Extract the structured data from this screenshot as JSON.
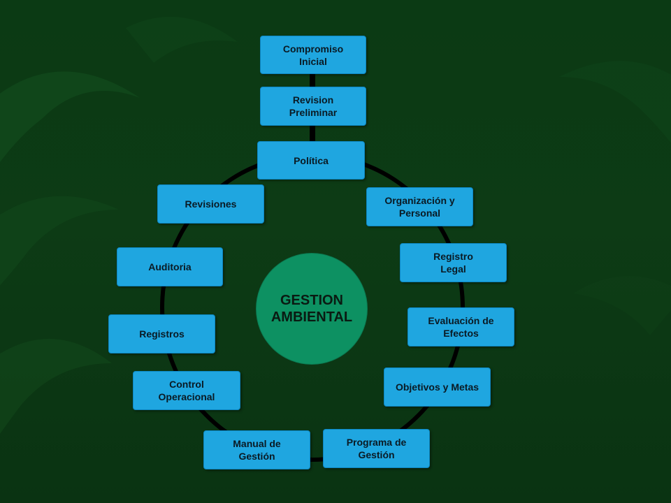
{
  "diagram": {
    "center": "GESTION\nAMBIENTAL",
    "steps": {
      "compromiso": "Compromiso\nInicial",
      "revision": "Revision\nPreliminar",
      "politica": "Política",
      "organizacion": "Organización y\nPersonal",
      "registro_legal": "Registro\nLegal",
      "evaluacion": "Evaluación de\nEfectos",
      "objetivos": "Objetivos y Metas",
      "programa": "Programa de\nGestión",
      "manual": "Manual de\nGestión",
      "control": "Control\nOperacional",
      "registros": "Registros",
      "auditoria": "Auditoria",
      "revisiones": "Revisiones"
    },
    "colors": {
      "background": "#0d3b15",
      "box": "#1fa6e0",
      "circle": "#0d9162",
      "connector": "#000000"
    }
  }
}
